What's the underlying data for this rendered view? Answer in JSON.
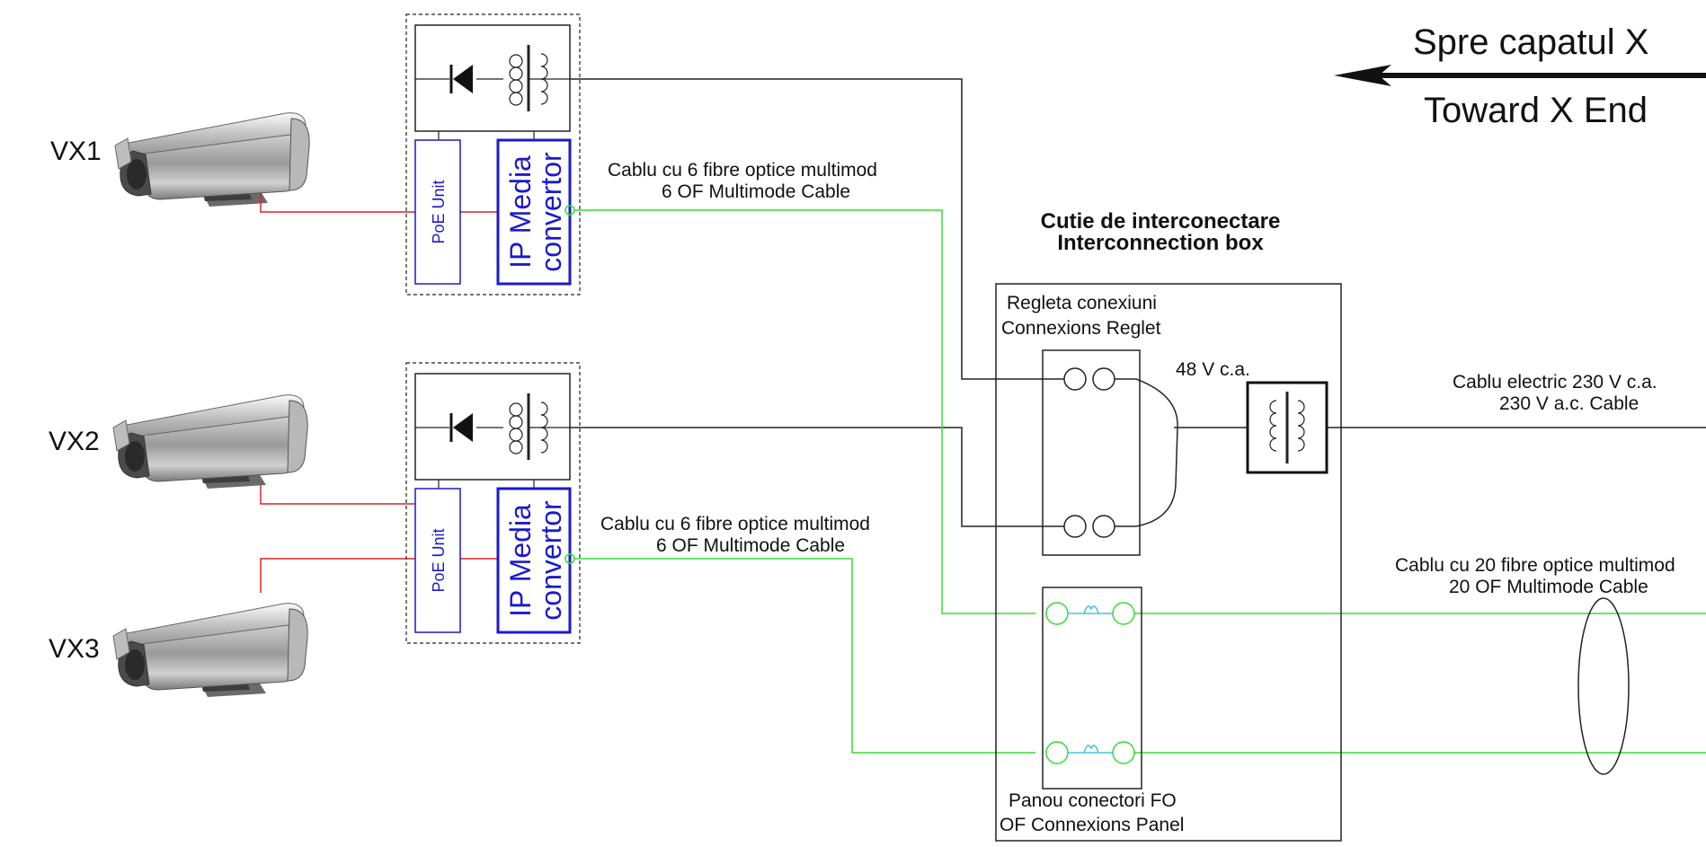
{
  "direction": {
    "line1": "Spre capatul X",
    "line2": "Toward X End"
  },
  "cameras": [
    {
      "label": "VX1"
    },
    {
      "label": "VX2"
    },
    {
      "label": "VX3"
    }
  ],
  "units": [
    {
      "poe_label": "PoE Unit",
      "media_line1": "IP Media",
      "media_line2": "convertor"
    },
    {
      "poe_label": "PoE Unit",
      "media_line1": "IP Media",
      "media_line2": "convertor"
    }
  ],
  "cable_labels": {
    "fo6_a_line1": "Cablu cu 6 fibre optice multimod",
    "fo6_a_line2": "6 OF Multimode Cable",
    "fo6_b_line1": "Cablu cu 6 fibre optice multimod",
    "fo6_b_line2": "6 OF Multimode Cable",
    "power_line1": "Cablu electric 230 V c.a.",
    "power_line2": "230 V a.c. Cable",
    "fo20_line1": "Cablu cu 20 fibre optice multimod",
    "fo20_line2": "20 OF Multimode Cable"
  },
  "interconnection_box": {
    "title_line1": "Cutie de interconectare",
    "title_line2": "Interconnection box",
    "reglet_line1": "Regleta conexiuni",
    "reglet_line2": "Connexions Reglet",
    "voltage": "48 V c.a.",
    "panel_line1": "Panou conectori FO",
    "panel_line2": "OF Connexions Panel"
  },
  "colors": {
    "fiber": "#33dd33",
    "signal": "#dd2222",
    "unit": "#1a1acc",
    "cyan": "#22bbdd",
    "line": "#222222"
  }
}
